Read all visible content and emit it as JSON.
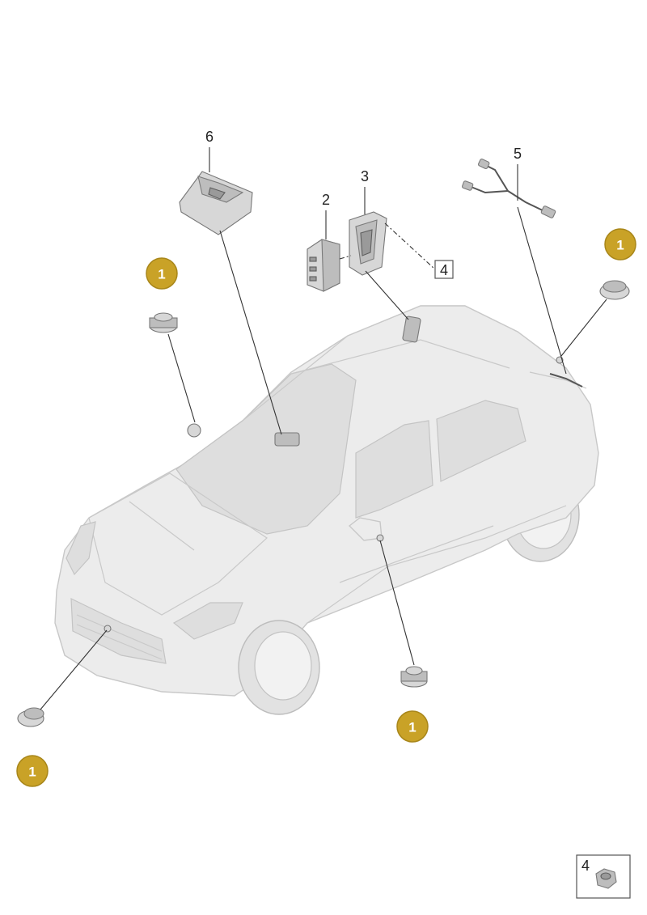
{
  "callouts": {
    "sensor_top_left": "1",
    "sensor_top_right": "1",
    "sensor_bottom_left": "1",
    "sensor_bottom_middle": "1"
  },
  "part_numbers": {
    "control_unit_6": "6",
    "module_2": "2",
    "bracket_3": "3",
    "harness_5": "5",
    "boxed_ref_4": "4",
    "inset_4": "4"
  },
  "colors": {
    "callout_fill": "#c9a227",
    "car_body": "#ececec"
  }
}
